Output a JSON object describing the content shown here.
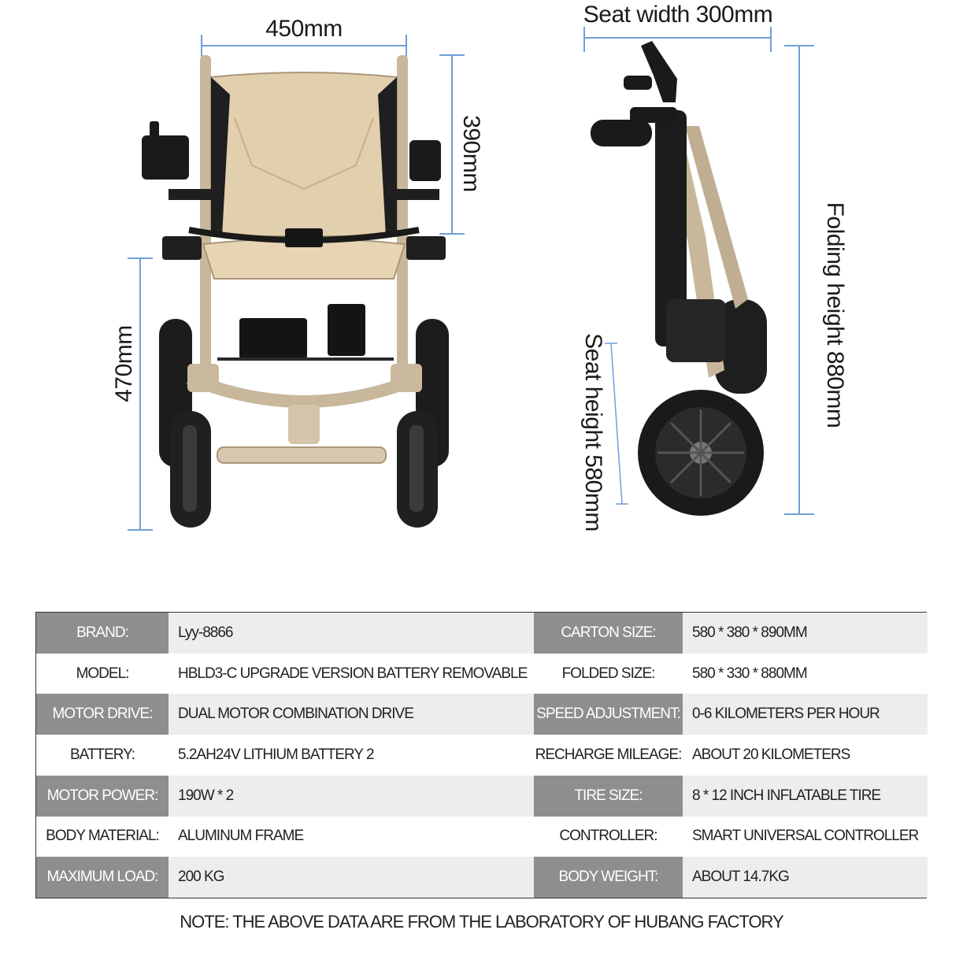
{
  "dimensions": {
    "front_width": "450mm",
    "backrest_height": "390mm",
    "front_seat_height": "470mm",
    "seat_width": "Seat width 300mm",
    "folding_height": "Folding height 880mm",
    "seat_height": "Seat height 580mm"
  },
  "colors": {
    "dimension_line": "#6f9fd8",
    "label_cell": "#8e8e8e",
    "value_cell": "#ededed",
    "seat_fabric": "#e2cfae",
    "frame": "#c9b79c"
  },
  "specs": [
    {
      "label_left": "BRAND:",
      "value_left": "Lyy-8866",
      "label_right": "CARTON SIZE:",
      "value_right": "580 * 380 * 890MM",
      "shade": "dark"
    },
    {
      "label_left": "MODEL:",
      "value_left": "HBLD3-C UPGRADE VERSION BATTERY REMOVABLE",
      "label_right": "FOLDED SIZE:",
      "value_right": "580 * 330 * 880MM",
      "shade": "light"
    },
    {
      "label_left": "MOTOR DRIVE:",
      "value_left": "DUAL MOTOR COMBINATION DRIVE",
      "label_right": "SPEED ADJUSTMENT:",
      "value_right": "0-6 KILOMETERS PER HOUR",
      "shade": "dark"
    },
    {
      "label_left": "BATTERY:",
      "value_left": "5.2AH24V LITHIUM BATTERY 2",
      "label_right": "RECHARGE MILEAGE:",
      "value_right": "ABOUT 20 KILOMETERS",
      "shade": "light"
    },
    {
      "label_left": "MOTOR POWER:",
      "value_left": "190W * 2",
      "label_right": "TIRE SIZE:",
      "value_right": "8 * 12 INCH INFLATABLE TIRE",
      "shade": "dark"
    },
    {
      "label_left": "BODY MATERIAL:",
      "value_left": "ALUMINUM FRAME",
      "label_right": "CONTROLLER:",
      "value_right": "SMART UNIVERSAL CONTROLLER",
      "shade": "light"
    },
    {
      "label_left": "MAXIMUM LOAD:",
      "value_left": "200 KG",
      "label_right": "BODY WEIGHT:",
      "value_right": "ABOUT 14.7KG",
      "shade": "dark"
    }
  ],
  "note": "NOTE: THE ABOVE DATA ARE FROM THE LABORATORY OF HUBANG FACTORY"
}
